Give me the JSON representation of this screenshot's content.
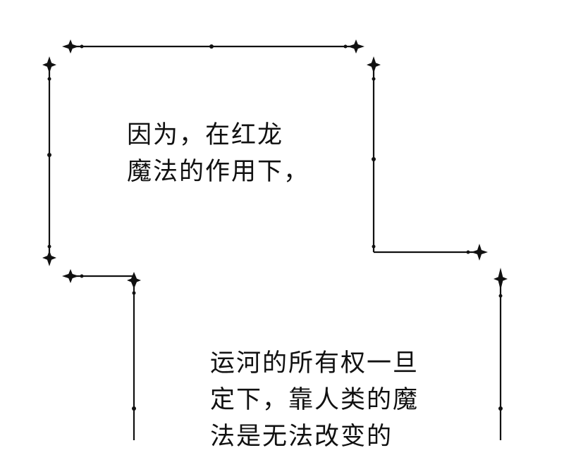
{
  "panel": {
    "caption_1": {
      "lines": [
        "因为，在红龙",
        "魔法的作用下，"
      ]
    },
    "caption_2": {
      "lines": [
        "运河的所有权一旦",
        "定下，靠人类的魔",
        "法是无法改变的"
      ]
    }
  },
  "colors": {
    "frame": "#111111",
    "background": "#ffffff"
  }
}
